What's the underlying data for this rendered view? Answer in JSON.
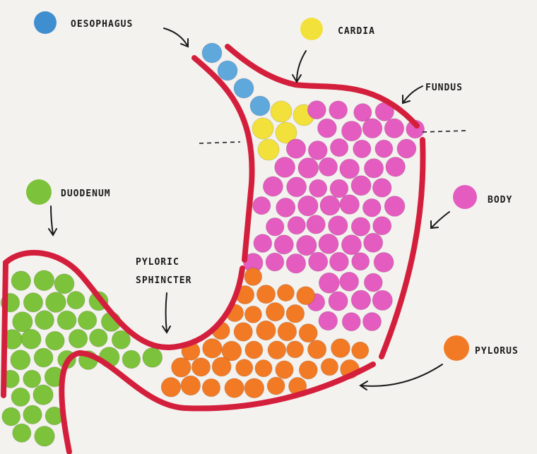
{
  "labels": {
    "oesophagus": "OESOPHAGUS",
    "cardia": "CARDIA",
    "fundus": "FUNDUS",
    "body": "BODY",
    "duodenum": "DUODENUM",
    "pyloric_1": "PYLORIC",
    "pyloric_2": "SPHINCTER",
    "pylorus": "PYLORUS"
  },
  "colors": {
    "oesophagus": "#5fa8dc",
    "cardia": "#f2e13a",
    "fundus_body": "#e45cbf",
    "pylorus": "#f27a25",
    "duodenum": "#7dc23b",
    "tube": "#d41f3c",
    "background": "#f4f2ef"
  }
}
